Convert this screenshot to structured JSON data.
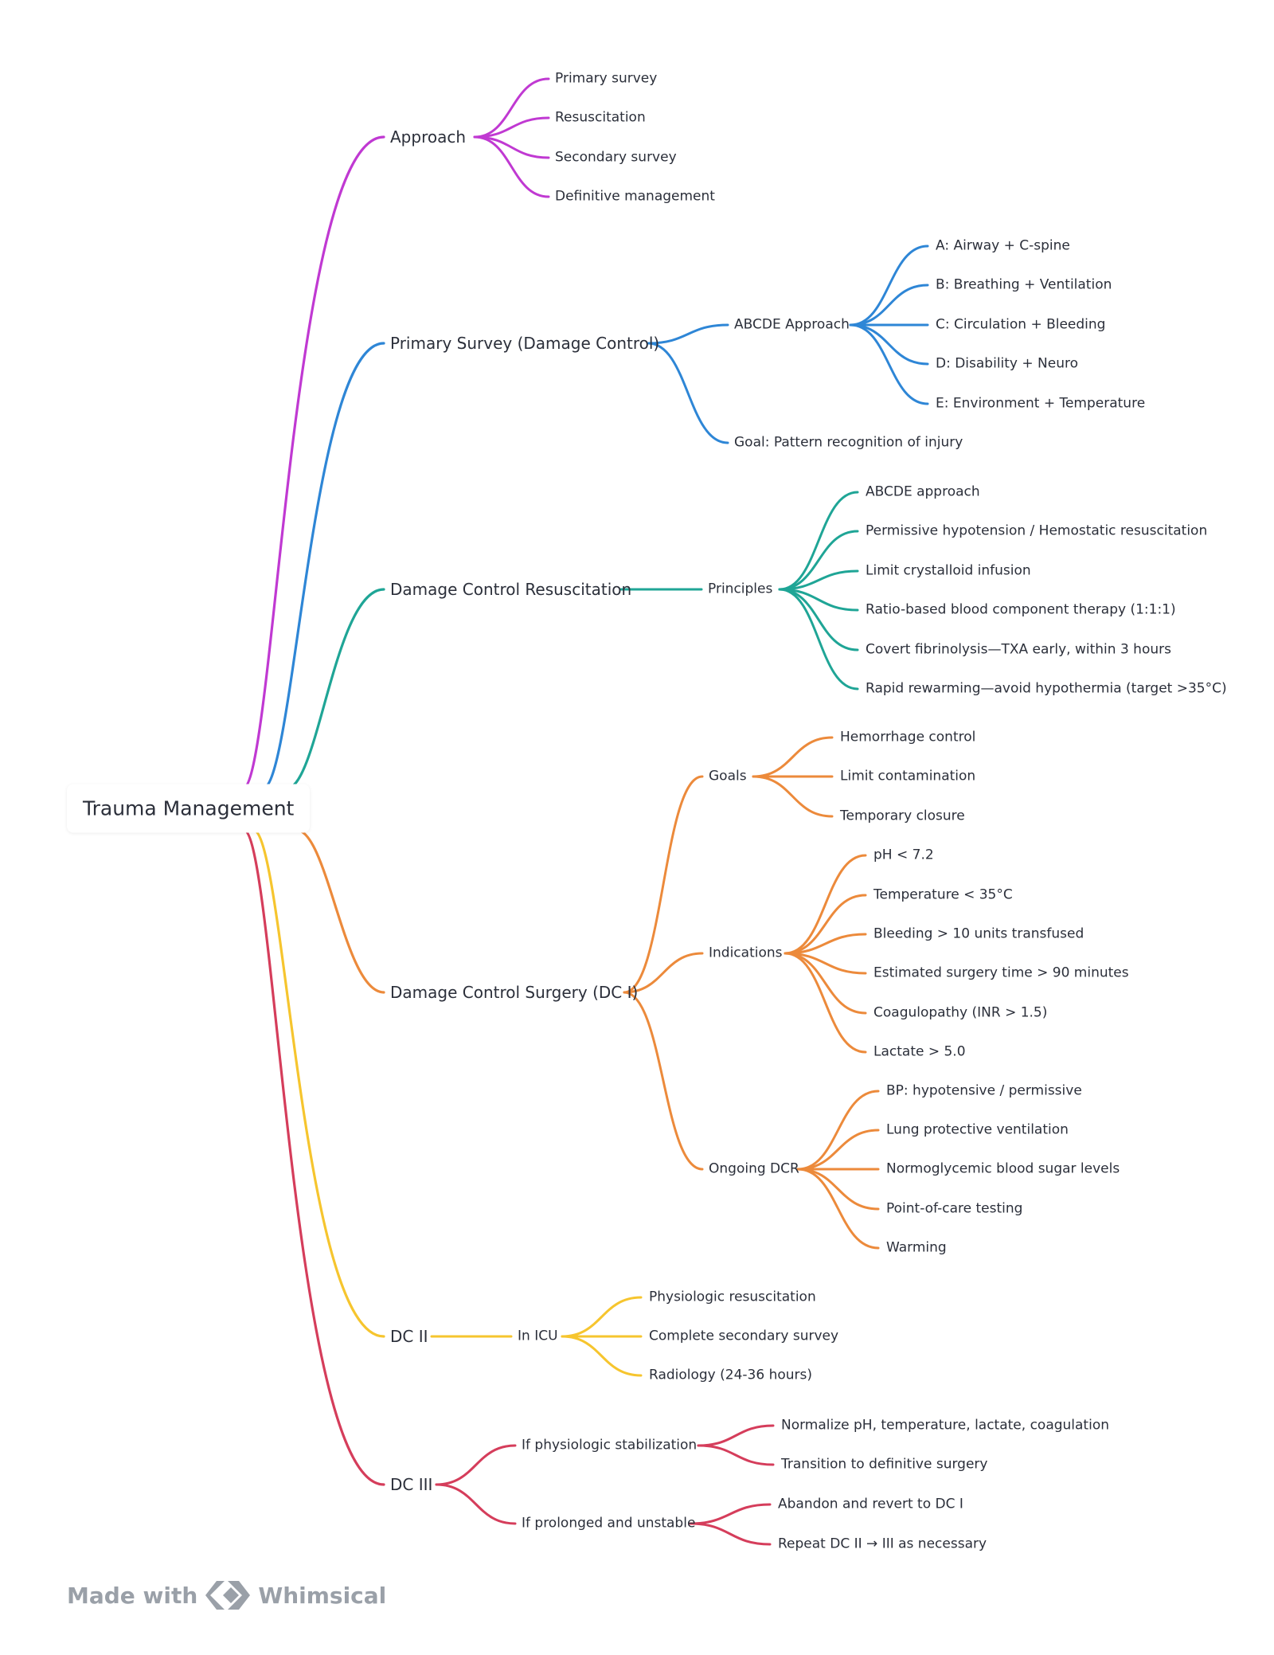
{
  "root": {
    "label": "Trauma Management"
  },
  "colors": {
    "approach": "#c039d2",
    "primary": "#2e86d6",
    "dcr": "#1fa596",
    "surgery": "#ec8a3b",
    "dc2": "#f6c52e",
    "dc3": "#d53d5b"
  },
  "branches": [
    {
      "label": "Approach",
      "color": "approach",
      "children": [
        {
          "label": "Primary survey"
        },
        {
          "label": "Resuscitation"
        },
        {
          "label": "Secondary survey"
        },
        {
          "label": "Definitive management"
        }
      ]
    },
    {
      "label": "Primary Survey (Damage Control)",
      "color": "primary",
      "children": [
        {
          "label": "ABCDE Approach",
          "children": [
            {
              "label": "A: Airway + C-spine"
            },
            {
              "label": "B: Breathing + Ventilation"
            },
            {
              "label": "C: Circulation + Bleeding"
            },
            {
              "label": "D: Disability + Neuro"
            },
            {
              "label": "E: Environment + Temperature"
            }
          ]
        },
        {
          "label": "Goal: Pattern recognition of injury"
        }
      ]
    },
    {
      "label": "Damage Control Resuscitation",
      "color": "dcr",
      "children": [
        {
          "label": "Principles",
          "children": [
            {
              "label": "ABCDE approach"
            },
            {
              "label": "Permissive hypotension / Hemostatic resuscitation"
            },
            {
              "label": "Limit crystalloid infusion"
            },
            {
              "label": "Ratio-based blood component therapy (1:1:1)"
            },
            {
              "label": "Covert fibrinolysis—TXA early, within 3 hours"
            },
            {
              "label": "Rapid rewarming—avoid hypothermia (target >35°C)"
            }
          ]
        }
      ]
    },
    {
      "label": "Damage Control Surgery (DC I)",
      "color": "surgery",
      "children": [
        {
          "label": "Goals",
          "children": [
            {
              "label": "Hemorrhage control"
            },
            {
              "label": "Limit contamination"
            },
            {
              "label": "Temporary closure"
            }
          ]
        },
        {
          "label": "Indications",
          "children": [
            {
              "label": "pH < 7.2"
            },
            {
              "label": "Temperature < 35°C"
            },
            {
              "label": "Bleeding > 10 units transfused"
            },
            {
              "label": "Estimated surgery time > 90 minutes"
            },
            {
              "label": "Coagulopathy (INR > 1.5)"
            },
            {
              "label": "Lactate > 5.0"
            }
          ]
        },
        {
          "label": "Ongoing DCR",
          "children": [
            {
              "label": "BP: hypotensive / permissive"
            },
            {
              "label": "Lung protective ventilation"
            },
            {
              "label": "Normoglycemic blood sugar levels"
            },
            {
              "label": "Point-of-care testing"
            },
            {
              "label": "Warming"
            }
          ]
        }
      ]
    },
    {
      "label": "DC II",
      "color": "dc2",
      "children": [
        {
          "label": "In ICU",
          "children": [
            {
              "label": "Physiologic resuscitation"
            },
            {
              "label": "Complete secondary survey"
            },
            {
              "label": "Radiology (24-36 hours)"
            }
          ]
        }
      ]
    },
    {
      "label": "DC III",
      "color": "dc3",
      "children": [
        {
          "label": "If physiologic stabilization",
          "children": [
            {
              "label": "Normalize pH, temperature, lactate, coagulation"
            },
            {
              "label": "Transition to definitive surgery"
            }
          ]
        },
        {
          "label": "If prolonged and unstable",
          "children": [
            {
              "label": "Abandon and revert to DC I"
            },
            {
              "label": "Repeat DC II → III as necessary"
            }
          ]
        }
      ]
    }
  ],
  "footer": {
    "made_with": "Made with",
    "brand": "Whimsical"
  }
}
